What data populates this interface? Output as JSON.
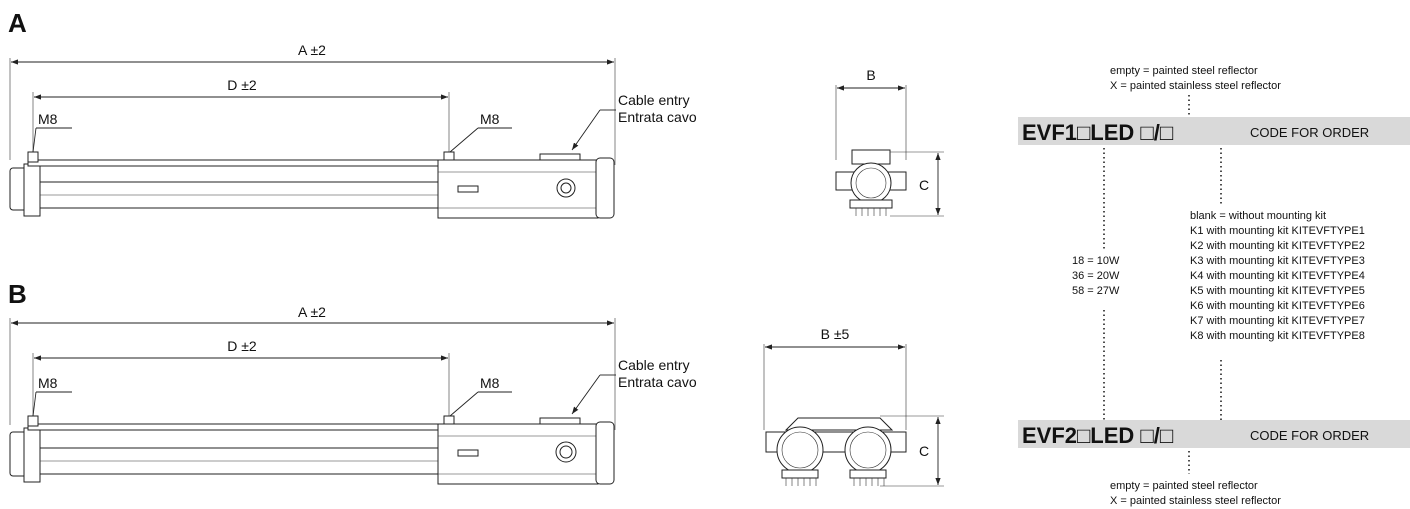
{
  "sections": {
    "a": "A",
    "b": "B"
  },
  "dims": {
    "a_total": "A ±2",
    "a_d": "D ±2",
    "m8": "M8",
    "cable_entry_en": "Cable entry",
    "cable_entry_it": "Entrata cavo",
    "b_single": "B",
    "b_double": "B ±5",
    "c": "C"
  },
  "order": {
    "code1": "EVF1□LED □/□",
    "code2": "EVF2□LED □/□",
    "code_for_order": "CODE FOR ORDER",
    "reflector_notes": [
      "empty = painted steel reflector",
      "X = painted stainless steel reflector"
    ],
    "wattages": [
      "18 = 10W",
      "36 = 20W",
      "58 = 27W"
    ],
    "kits": [
      "blank = without mounting kit",
      "K1 with mounting kit KITEVFTYPE1",
      "K2 with mounting kit KITEVFTYPE2",
      "K3 with mounting kit KITEVFTYPE3",
      "K4 with mounting kit KITEVFTYPE4",
      "K5 with mounting kit KITEVFTYPE5",
      "K6 with mounting kit KITEVFTYPE6",
      "K7 with mounting kit KITEVFTYPE7",
      "K8 with mounting kit KITEVFTYPE8"
    ]
  },
  "colors": {
    "code_band": "#d9d9d9",
    "line": "#222222"
  }
}
